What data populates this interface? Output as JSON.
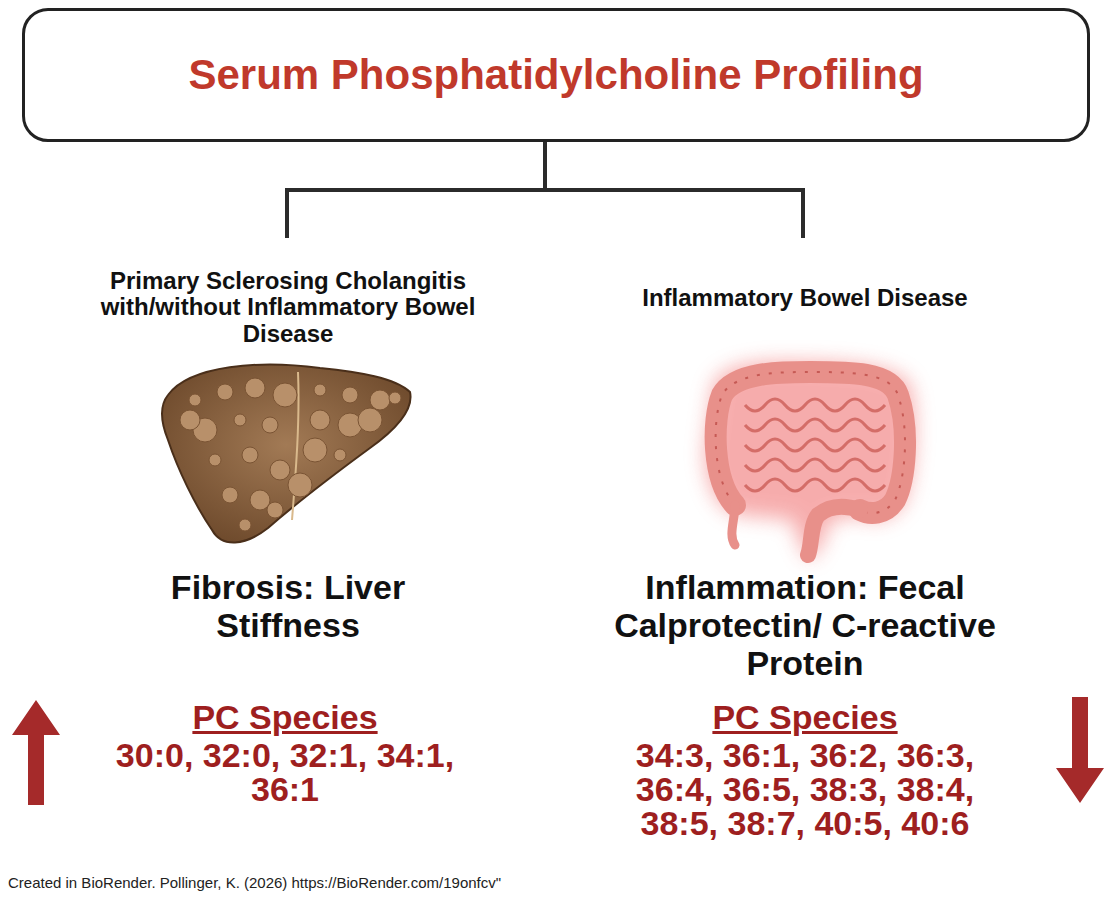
{
  "diagram": {
    "nodes": [
      {
        "text": [
          "Serum Phosphatidylcholine Profiling"
        ]
      }
    ],
    "labels": [
      "Primary Sclerosing Cholangitis with/without Inflammatory Bowel Disease",
      "Inflammatory Bowel Disease",
      "Fibrosis: Liver Stiffness",
      "Inflammation: Fecal Calprotectin/ C-reactive Protein",
      "PC Species",
      "30:0, 32:0, 32:1, 34:1, 36:1",
      "PC Species",
      "34:3, 36:1, 36:2, 36:3, 36:4, 36:5, 38:3, 38:4, 38:5, 38:7, 40:5, 40:6",
      "Created in BioRender. Pollinger, K. (2026) https://BioRender.com/19onfcv\""
    ]
  }
}
